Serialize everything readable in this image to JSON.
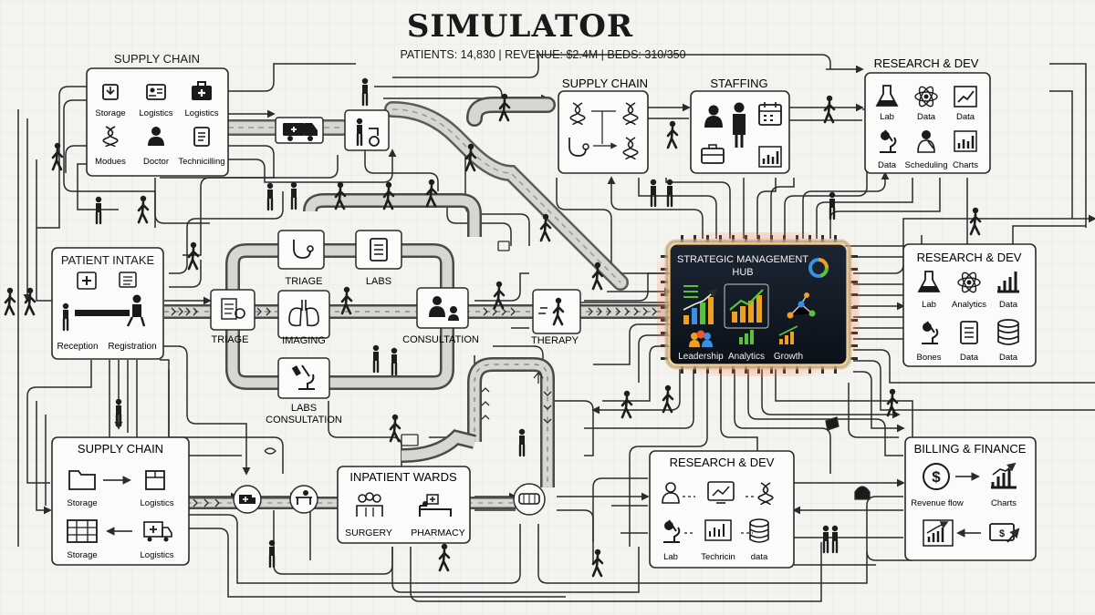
{
  "header": {
    "title": "SIMULATOR",
    "stats": "PATIENTS: 14,830  |  REVENUE: $2.4M  |  BEDS: 310/350"
  },
  "boxes": {
    "supply_chain_tl": {
      "title": "SUPPLY CHAIN",
      "items": [
        "Storage",
        "Logistics",
        "Logistics",
        "Modues",
        "Doctor",
        "Technicilling"
      ]
    },
    "patient_intake": {
      "title": "PATIENT INTAKE",
      "items": [
        "Reception",
        "Registration"
      ]
    },
    "supply_chain_bl": {
      "title": "SUPPLY CHAIN",
      "items": [
        "Storage",
        "Logistics",
        "Storage",
        "Logistics"
      ]
    },
    "triage_loop": {
      "triage_top": "TRIAGE",
      "labs": "LABS",
      "triage": "TRIAGE",
      "imaging": "IMAGING",
      "consultation": "CONSULTATION",
      "labs_consultation_1": "LABS",
      "labs_consultation_2": "CONSULTATION"
    },
    "therapy": {
      "label": "THERAPY"
    },
    "inpatient_wards": {
      "title": "INPATIENT WARDS",
      "items": [
        "SURGERY",
        "PHARMACY"
      ]
    },
    "supply_chain_top": {
      "title": "SUPPLY CHAIN"
    },
    "staffing": {
      "title": "STAFFING"
    },
    "research_tr": {
      "title": "RESEARCH & DEV",
      "items": [
        "Lab",
        "Data",
        "Data",
        "Data",
        "Scheduling",
        "Charts"
      ]
    },
    "hub": {
      "title_1": "STRATEGIC MANAGEMENT",
      "title_2": "HUB",
      "items": [
        "Leadership",
        "Analytics",
        "Growth"
      ]
    },
    "research_mr": {
      "title": "RESEARCH & DEV",
      "items": [
        "Lab",
        "Analytics",
        "Data",
        "Bones",
        "Data",
        "Data"
      ]
    },
    "research_bc": {
      "title": "RESEARCH & DEV",
      "items": [
        "Lab",
        "Techricin",
        "data"
      ]
    },
    "billing": {
      "title": "BILLING & FINANCE",
      "items": [
        "Revenue flow",
        "Charts"
      ]
    }
  },
  "colors": {
    "background": "#f3f3f0",
    "line": "#2b2b2b",
    "grid": "#d9d9d4",
    "hub_bg": "#0f1620",
    "hub_glow": "#ff9a2e",
    "hub_glow_2": "#3ab0ff",
    "chart_green": "#58c23a",
    "chart_orange": "#f0a020",
    "chart_blue": "#3a8fe0"
  },
  "icons": [
    "box-icon",
    "id-card-icon",
    "medkit-icon",
    "dna-icon",
    "doctor-icon",
    "clipboard-icon",
    "ambulance-icon",
    "stethoscope-icon",
    "lungs-icon",
    "microscope-icon",
    "flask-icon",
    "atom-icon",
    "chart-icon",
    "database-icon",
    "calendar-icon",
    "briefcase-icon",
    "dollar-icon",
    "walking-person-icon",
    "bed-icon",
    "folder-icon"
  ]
}
